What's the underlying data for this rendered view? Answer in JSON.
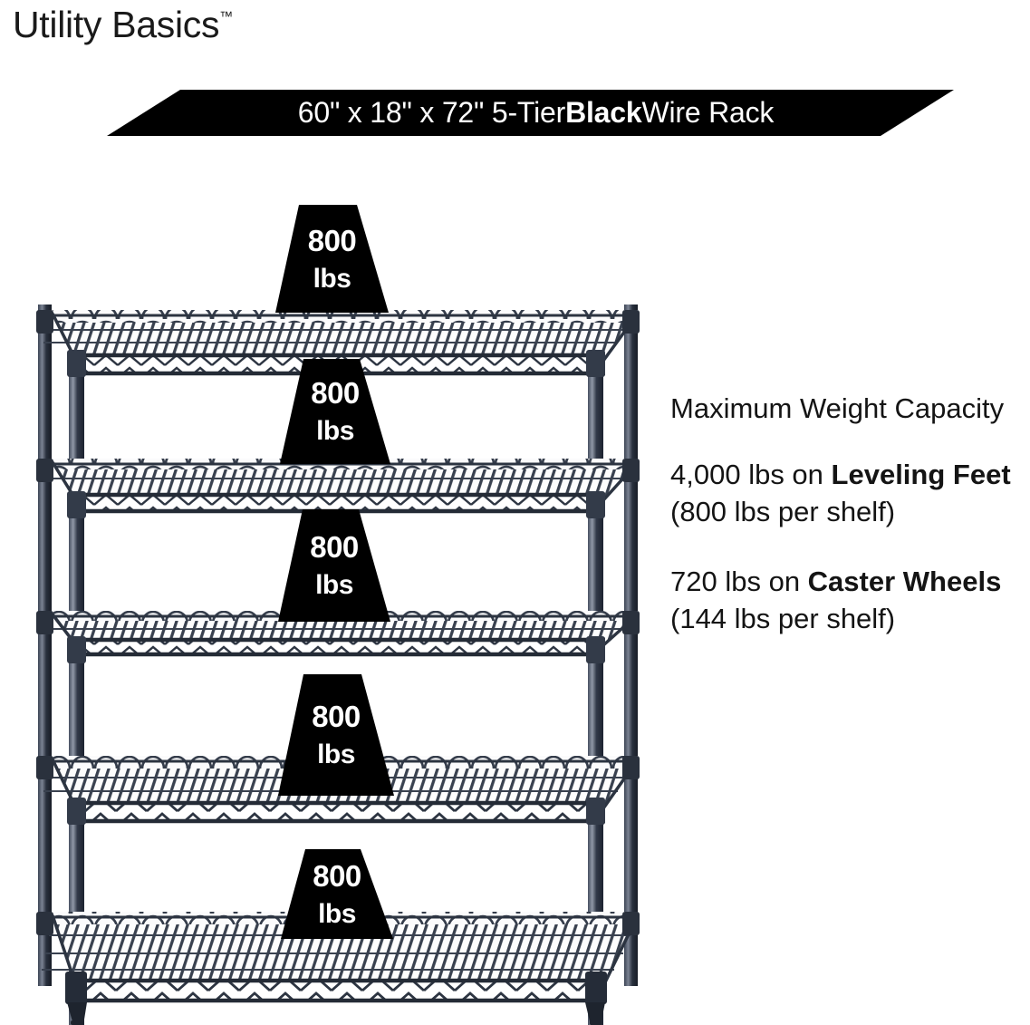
{
  "brand": {
    "name": "Utility Basics",
    "trademark": "™"
  },
  "banner": {
    "prefix": "60\" x 18\" x 72\" 5-Tier ",
    "highlight": "Black",
    "suffix": " Wire Rack"
  },
  "info": {
    "heading": "Maximum Weight Capacity",
    "capacity_leveling": {
      "lead": "4,000 lbs on ",
      "bold": "Leveling Feet",
      "tail": " (800 lbs per shelf)"
    },
    "capacity_caster": {
      "lead": "720 lbs on ",
      "bold": "Caster Wheels",
      "tail": " (144 lbs per shelf)"
    }
  },
  "product": {
    "tiers": 5,
    "shelf_badges": [
      {
        "value": "800",
        "unit": "lbs"
      },
      {
        "value": "800",
        "unit": "lbs"
      },
      {
        "value": "800",
        "unit": "lbs"
      },
      {
        "value": "800",
        "unit": "lbs"
      },
      {
        "value": "800",
        "unit": "lbs"
      }
    ],
    "colors": {
      "banner_bg": "#000000",
      "banner_text": "#ffffff",
      "badge_bg": "#000000",
      "badge_text": "#ffffff",
      "body_text": "#141414",
      "rack_metal": "#2b3240",
      "rack_metal_light": "#5b6374",
      "page_bg": "#ffffff"
    }
  }
}
